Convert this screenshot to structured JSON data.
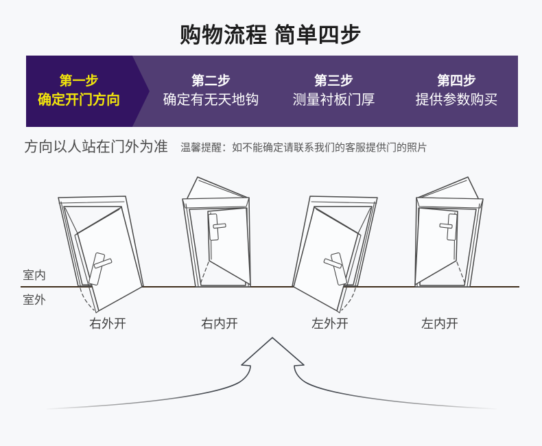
{
  "page": {
    "background": "#f7f8fa"
  },
  "title": "购物流程 简单四步",
  "steps_banner": {
    "colors": {
      "banner_bg": "#513d73",
      "active_step_bg": "#331462",
      "active_step_text": "#f3e60b",
      "step_text": "#ffffff"
    },
    "steps": [
      {
        "step": "第一步",
        "desc": "确定开门方向",
        "active": true
      },
      {
        "step": "第二步",
        "desc": "确定有无天地钩",
        "active": false
      },
      {
        "step": "第三步",
        "desc": "测量衬板门厚",
        "active": false
      },
      {
        "step": "第四步",
        "desc": "提供参数购买",
        "active": false
      }
    ]
  },
  "instruction": {
    "main": "方向以人站在门外为准",
    "tip": "温馨提醒：如不能确定请联系我们的客服提供门的照片"
  },
  "diagram": {
    "indoor_label": "室内",
    "outdoor_label": "室外",
    "door_labels": [
      "右外开",
      "右内开",
      "左外开",
      "左内开"
    ],
    "ground_line_color": "#3f2e1b",
    "sketch_stroke_color": "#474747"
  }
}
